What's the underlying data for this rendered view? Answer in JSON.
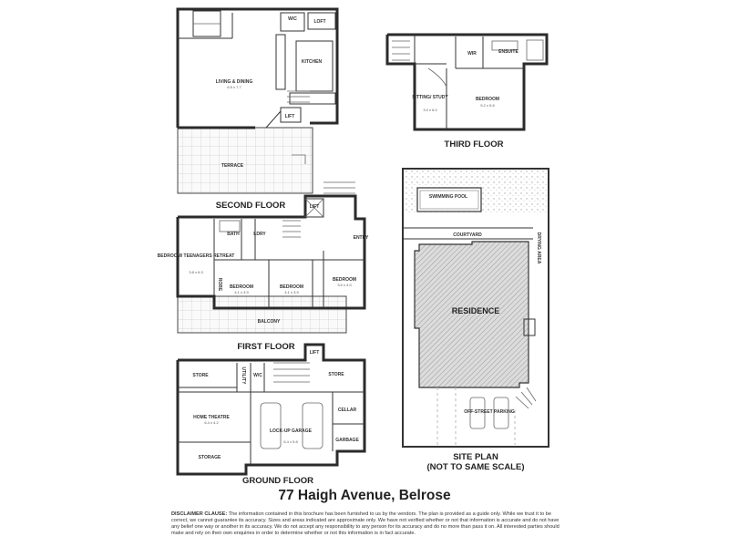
{
  "floors": {
    "second": {
      "title": "SECOND FLOOR",
      "rooms": {
        "wc": "W/C",
        "loft": "LOFT",
        "kitchen": "KITCHEN",
        "living": "LIVING & DINING",
        "living_dim": "6.5 x 7.7",
        "lift": "LIFT",
        "terrace": "TERRACE"
      }
    },
    "third": {
      "title": "THIRD FLOOR",
      "rooms": {
        "wir": "WIR",
        "ensuite": "ENSUITE",
        "study": "SITTING/ STUDY",
        "study_dim": "3.0 x 6.0",
        "bedroom": "BEDROOM",
        "bedroom_dim": "5.2 x 5.6"
      }
    },
    "first": {
      "title": "FIRST FLOOR",
      "rooms": {
        "lift": "LIFT",
        "entry": "ENTRY",
        "bath": "BATH",
        "ldry": "LDRY",
        "retreat": "BEDROOM/ TEENAGERS RETREAT",
        "retreat_dim": "3.8 x 6.3",
        "robe": "ROBE",
        "bed1": "BEDROOM",
        "bed1_dim": "4.1 x 3.9",
        "bed2": "BEDROOM",
        "bed2_dim": "4.1 x 3.9",
        "bed3": "BEDROOM",
        "bed3_dim": "3.0 x 4.0",
        "balcony": "BALCONY"
      }
    },
    "ground": {
      "title": "GROUND FLOOR",
      "rooms": {
        "lift": "LIFT",
        "store1": "STORE",
        "utility": "UTILITY",
        "wc": "W/C",
        "store2": "STORE",
        "theatre": "HOME THEATRE",
        "theatre_dim": "6.4 x 4.2",
        "garage": "LOCK-UP GARAGE",
        "garage_dim": "6.4 x 5.8",
        "cellar": "CELLAR",
        "garbage": "GARBAGE",
        "storage": "STORAGE"
      }
    }
  },
  "site_plan": {
    "title_line1": "SITE PLAN",
    "title_line2": "(NOT TO SAME SCALE)",
    "pool": "SWIMMING POOL",
    "courtyard": "COURTYARD",
    "drying": "DRYING AREA",
    "residence": "RESIDENCE",
    "parking": "OFF-STREET PARKING"
  },
  "address": "77 Haigh Avenue, Belrose",
  "disclaimer": {
    "heading": "DISCLAIMER CLAUSE:",
    "text": "The information contained in this brochure has been furnished to us by the vendors. The plan is provided as a guide only. While we trust it to be correct, we cannot guarantee its accuracy. Sizes and areas indicated are approximate only. We have not verified whether or not that information is accurate and do not have any belief one way or another in its accuracy. We do not accept any responsibility to any person for its accuracy and do no more than pass it on. All interested parties should make and rely on their own enquiries in order to determine whether or not this information is in fact accurate."
  }
}
